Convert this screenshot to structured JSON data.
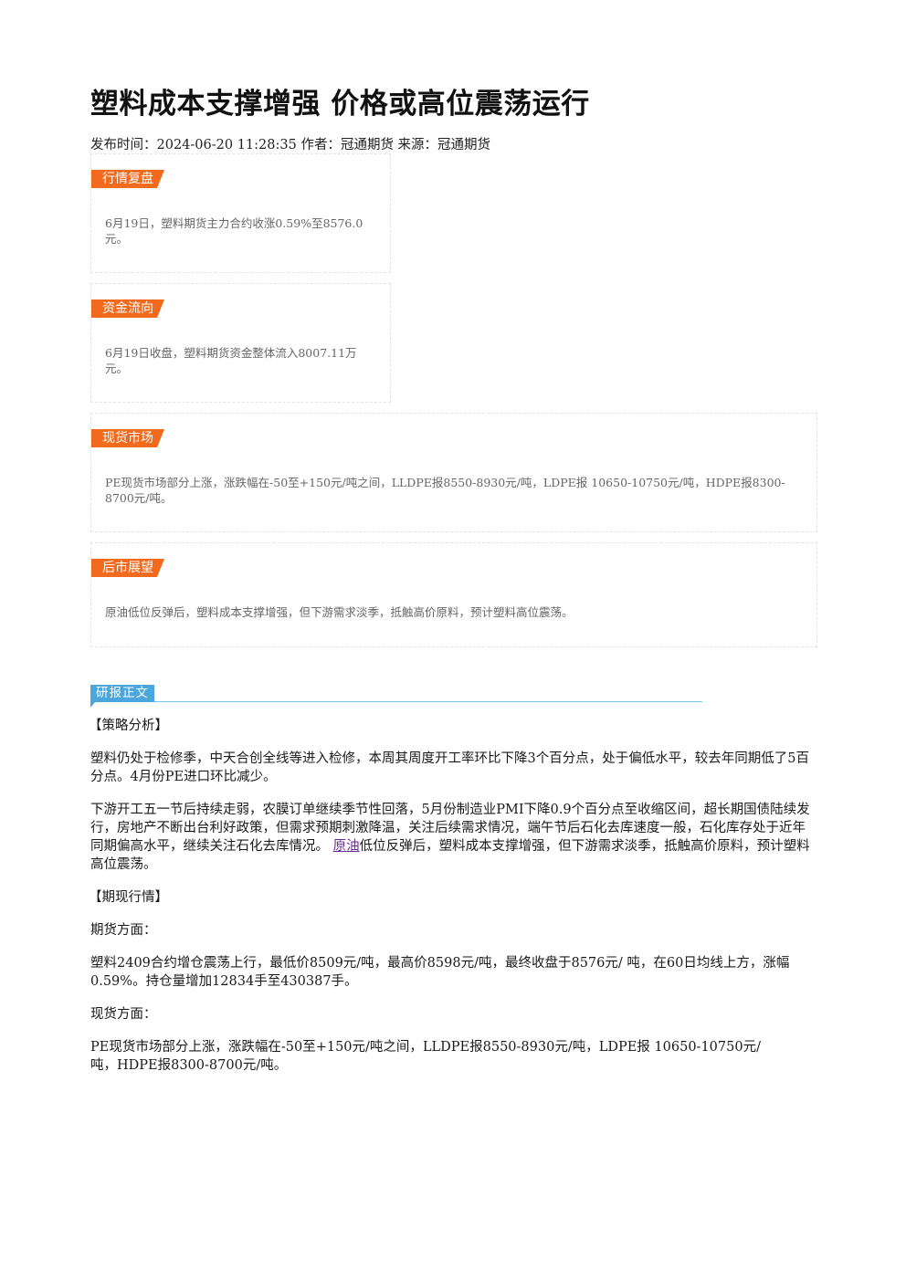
{
  "article": {
    "title": "塑料成本支撑增强 价格或高位震荡运行",
    "meta": "发布时间：2024-06-20 11:28:35 作者：冠通期货 来源：冠通期货"
  },
  "summary_boxes": [
    {
      "tag": "行情复盘",
      "text": "6月19日，塑料期货主力合约收涨0.59%至8576.0元。"
    },
    {
      "tag": "资金流向",
      "text": "6月19日收盘，塑料期货资金整体流入8007.11万元。"
    },
    {
      "tag": "现货市场",
      "text": "PE现货市场部分上涨，涨跌幅在-50至+150元/吨之间，LLDPE报8550-8930元/吨，LDPE报 10650-10750元/吨，HDPE报8300-8700元/吨。"
    },
    {
      "tag": "后市展望",
      "text": "原油低位反弹后，塑料成本支撑增强，但下游需求淡季，抵触高价原料，预计塑料高位震荡。"
    }
  ],
  "report": {
    "section_label": "研报正文",
    "strategy_heading": "【策略分析】",
    "strategy_p1": "塑料仍处于检修季，中天合创全线等进入检修，本周其周度开工率环比下降3个百分点，处于偏低水平，较去年同期低了5百分点。4月份PE进口环比减少。",
    "strategy_p2_before": "下游开工五一节后持续走弱，农膜订单继续季节性回落，5月份制造业PMI下降0.9个百分点至收缩区间，超长期国债陆续发行，房地产不断出台利好政策，但需求预期刺激降温，关注后续需求情况，端午节后石化去库速度一般，石化库存处于近年同期偏高水平，继续关注石化去库情况。 ",
    "strategy_p2_link": "原油",
    "strategy_p2_after": "低位反弹后，塑料成本支撑增强，但下游需求淡季，抵触高价原料，预计塑料高位震荡。",
    "market_heading": "【期现行情】",
    "futures_heading": "期货方面：",
    "futures_text": "塑料2409合约增仓震荡上行，最低价8509元/吨，最高价8598元/吨，最终收盘于8576元/ 吨，在60日均线上方，涨幅0.59%。持仓量增加12834手至430387手。",
    "spot_heading": "现货方面：",
    "spot_text_line1": "PE现货市场部分上涨，涨跌幅在-50至+150元/吨之间，LLDPE报8550-8930元/吨，LDPE报 10650-10750元/",
    "spot_text_line2": "吨，HDPE报8300-8700元/吨。"
  }
}
